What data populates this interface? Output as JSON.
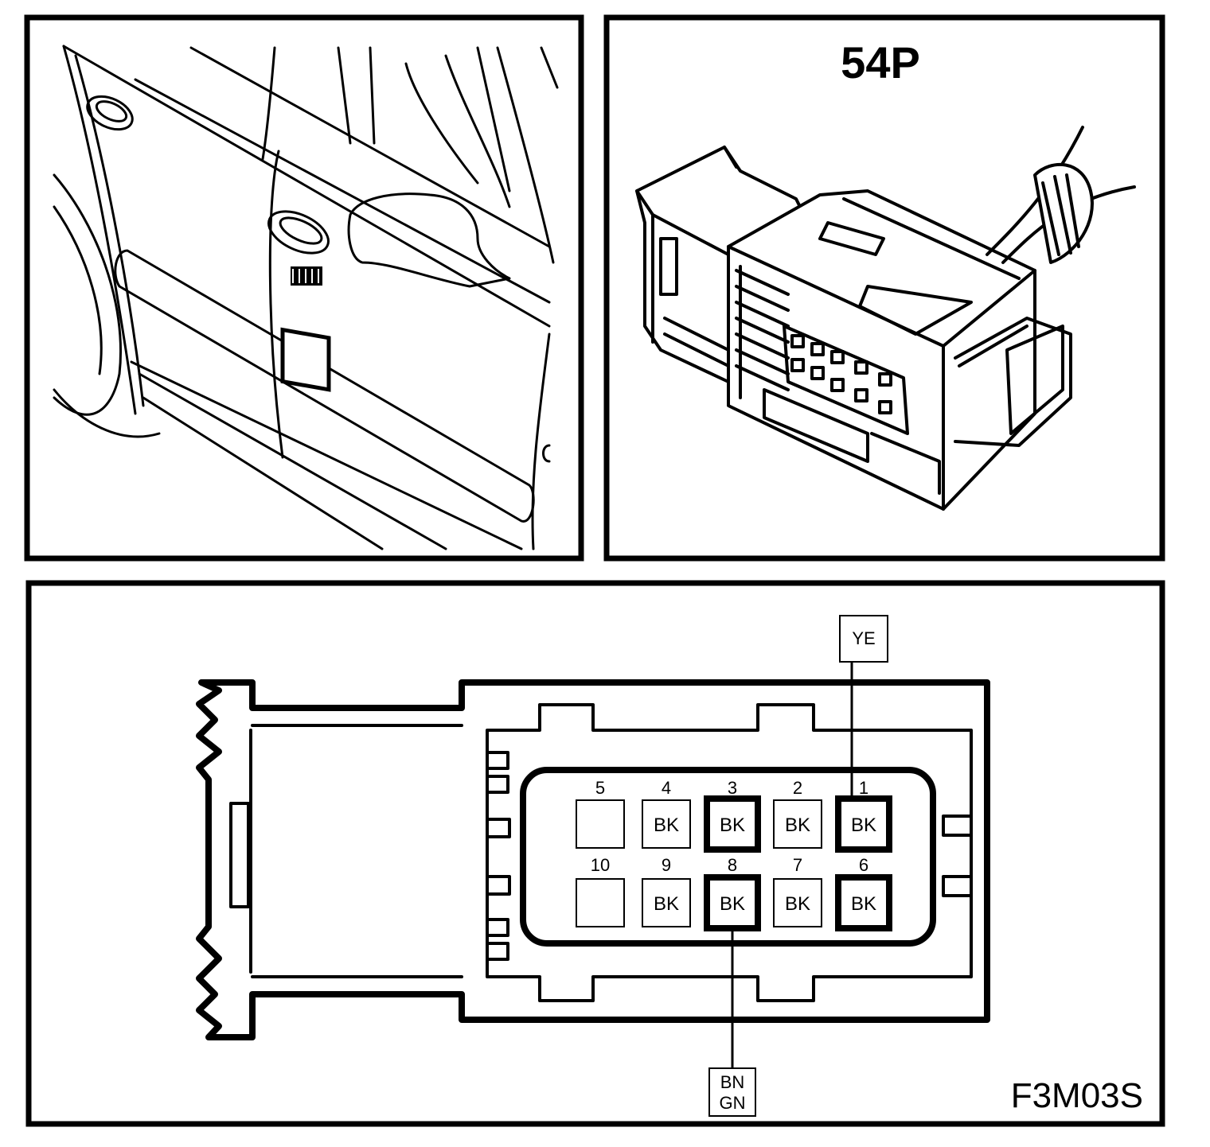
{
  "connector": {
    "title": "54P",
    "figure_code": "F3M03S",
    "pins": [
      {
        "num": "5",
        "color": ""
      },
      {
        "num": "4",
        "color": "BK"
      },
      {
        "num": "3",
        "color": "BK"
      },
      {
        "num": "2",
        "color": "BK"
      },
      {
        "num": "1",
        "color": "BK"
      },
      {
        "num": "10",
        "color": ""
      },
      {
        "num": "9",
        "color": "BK"
      },
      {
        "num": "8",
        "color": "BK"
      },
      {
        "num": "7",
        "color": "BK"
      },
      {
        "num": "6",
        "color": "BK"
      }
    ],
    "wire_top": "YE",
    "wire_bottom_1": "BN",
    "wire_bottom_2": "GN"
  }
}
